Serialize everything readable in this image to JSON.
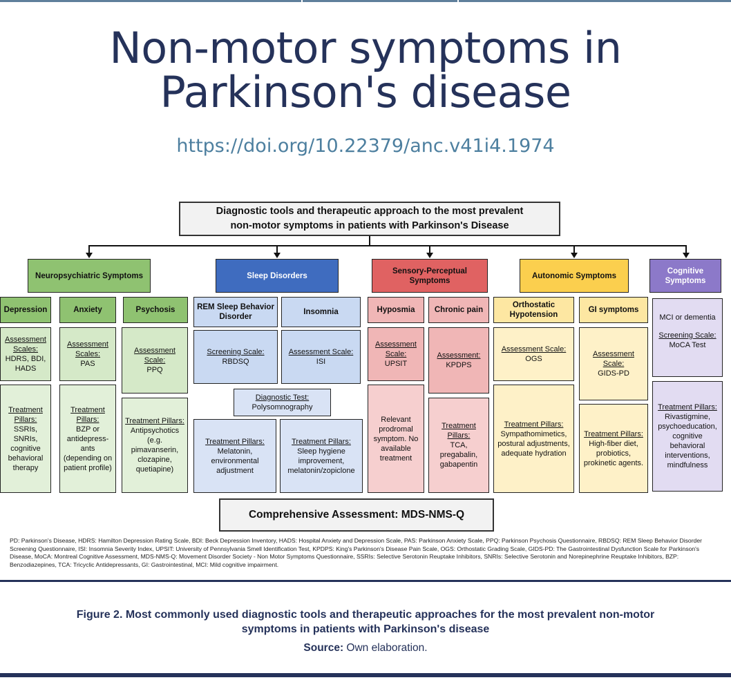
{
  "title_line1": "Non-motor symptoms in",
  "title_line2": "Parkinson's disease",
  "doi": "https://doi.org/10.22379/anc.v41i4.1974",
  "diagram": {
    "title_line1": "Diagnostic tools and therapeutic approach to the most prevalent",
    "title_line2": "non-motor symptoms in patients with Parkinson's Disease",
    "neuro": {
      "header": "Neuropsychiatric Symptoms",
      "depression": {
        "name": "Depression",
        "assess_label": "Assessment Scales:",
        "assess_value": "HDRS, BDI, HADS",
        "treat_label": "Treatment Pillars:",
        "treat_value": "SSRIs, SNRIs, cognitive behavioral therapy"
      },
      "anxiety": {
        "name": "Anxiety",
        "assess_label": "Assessment Scales:",
        "assess_value": "PAS",
        "treat_label": "Treatment Pillars:",
        "treat_value": "BZP or antidepress-ants (depending on patient profile)"
      },
      "psychosis": {
        "name": "Psychosis",
        "assess_label": "Assessment Scale:",
        "assess_value": "PPQ",
        "treat_label": "Treatment Pillars:",
        "treat_value": "Antipsychotics (e.g. pimavanserin, clozapine, quetiapine)"
      }
    },
    "sleep": {
      "header": "Sleep Disorders",
      "rem": {
        "name": "REM Sleep Behavior Disorder",
        "assess_label": "Screening Scale:",
        "assess_value": "RBDSQ",
        "treat_label": "Treatment Pillars:",
        "treat_value": "Melatonin, environmental adjustment"
      },
      "insomnia": {
        "name": "Insomnia",
        "assess_label": "Assessment Scale:",
        "assess_value": "ISI",
        "treat_label": "Treatment Pillars:",
        "treat_value": "Sleep hygiene improvement, melatonin/zopiclone"
      },
      "diag_label": "Diagnostic Test:",
      "diag_value": "Polysomnography"
    },
    "sensory": {
      "header": "Sensory-Perceptual Symptoms",
      "hyposmia": {
        "name": "Hyposmia",
        "assess_label": "Assessment Scale:",
        "assess_value": "UPSIT",
        "treat_value": "Relevant prodromal symptom. No available treatment"
      },
      "pain": {
        "name": "Chronic pain",
        "assess_label": "Assessment:",
        "assess_value": "KPDPS",
        "treat_label": "Treatment Pillars:",
        "treat_value": "TCA, pregabalin, gabapentin"
      }
    },
    "autonomic": {
      "header": "Autonomic Symptoms",
      "ortho": {
        "name": "Orthostatic Hypotension",
        "assess_label": "Assessment Scale:",
        "assess_value": "OGS",
        "treat_label": "Treatment Pillars:",
        "treat_value": "Sympathomimetics, postural adjustments, adequate hydration"
      },
      "gi": {
        "name": "GI symptoms",
        "assess_label": "Assessment Scale:",
        "assess_value": "GIDS-PD",
        "treat_label": "Treatment Pillars:",
        "treat_value": "High-fiber diet, probiotics, prokinetic agents."
      }
    },
    "cognitive": {
      "header": "Cognitive Symptoms",
      "mci": "MCI or dementia",
      "assess_label": "Screening Scale:",
      "assess_value": "MoCA Test",
      "treat_label": "Treatment Pillars:",
      "treat_value": "Rivastigmine, psychoeducation, cognitive behavioral interventions, mindfulness"
    },
    "comprehensive": "Comprehensive Assessment: MDS-NMS-Q",
    "footnote": "PD: Parkinson's Disease, HDRS: Hamilton Depression Rating Scale, BDI: Beck Depression Inventory, HADS: Hospital Anxiety and Depression Scale, PAS: Parkinson Anxiety Scale, PPQ: Parkinson Psychosis Questionnaire, RBDSQ: REM Sleep Behavior Disorder Screening Questionnaire, ISI: Insomnia Severity Index, UPSIT: University of Pennsylvania Smell Identification Test, KPDPS: King's Parkinson's Disease Pain Scale, OGS: Orthostatic Grading Scale, GIDS-PD: The Gastrointestinal Dysfunction Scale for Parkinson's Disease, MoCA: Montreal Cognitive Assessment, MDS-NMS-Q: Movement Disorder Society - Non Motor Symptoms Questionnaire, SSRIs: Selective Serotonin Reuptake Inhibitors, SNRIs: Selective Serotonin and Norepinephrine Reuptake Inhibitors, BZP: Benzodiazepines, TCA: Tricyclic Antidepressants, GI: Gastrointestinal, MCI: Mild cognitive impairment."
  },
  "caption_line1": "Figure 2. Most commonly used diagnostic tools and therapeutic approaches for the most prevalent non-motor",
  "caption_line2": "symptoms in patients with Parkinson's disease",
  "source_label": "Source:",
  "source_value": "Own elaboration."
}
